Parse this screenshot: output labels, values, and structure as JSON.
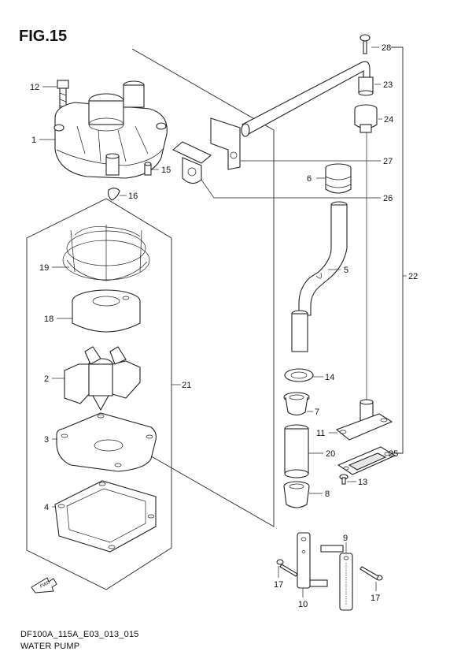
{
  "figure_title": "FIG.15",
  "footer": {
    "code": "DF100A_115A_E03_013_015",
    "name": "WATER PUMP"
  },
  "callouts": [
    "28",
    "23",
    "24",
    "27",
    "26",
    "6",
    "5",
    "22",
    "12",
    "1",
    "15",
    "16",
    "19",
    "18",
    "2",
    "21",
    "3",
    "4",
    "14",
    "7",
    "11",
    "25",
    "20",
    "13",
    "8",
    "9",
    "17",
    "10",
    "17"
  ],
  "fwd_label": "FWD"
}
